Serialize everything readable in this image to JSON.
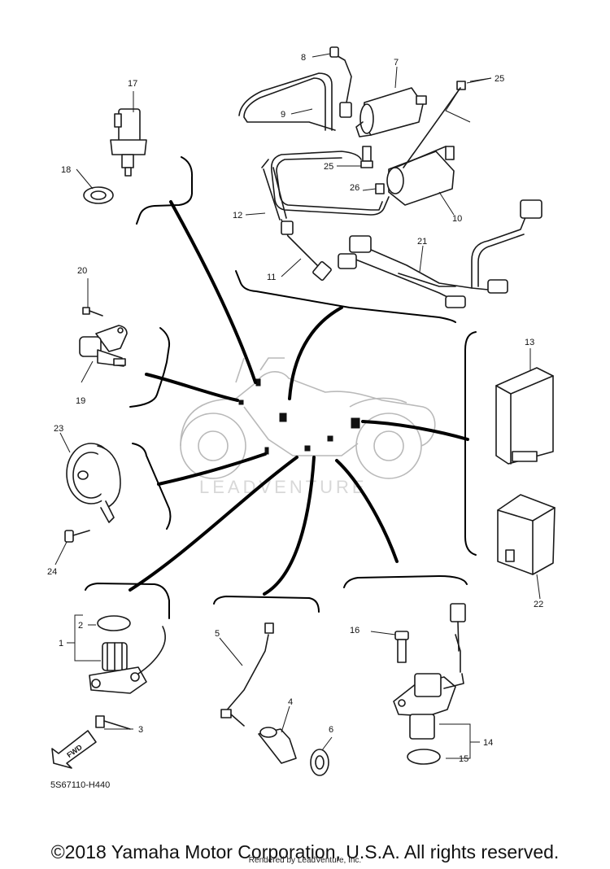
{
  "callouts": {
    "c1": "1",
    "c2": "2",
    "c3": "3",
    "c4": "4",
    "c5": "5",
    "c6": "6",
    "c7": "7",
    "c8": "8",
    "c9": "9",
    "c10": "10",
    "c11": "11",
    "c12": "12",
    "c13": "13",
    "c14": "14",
    "c15": "15",
    "c16": "16",
    "c17": "17",
    "c18": "18",
    "c19": "19",
    "c20": "20",
    "c21": "21",
    "c22": "22",
    "c23": "23",
    "c24": "24",
    "c25": "25",
    "c26": "26"
  },
  "fwd_label": "FWD",
  "diagram_ref": "5S67110-H440",
  "watermark": "LEADVENTURE",
  "copyright": "©2018 Yamaha Motor Corporation, U.S.A. All rights reserved.",
  "rendered_by": "Rendered by LeadVenture, Inc."
}
